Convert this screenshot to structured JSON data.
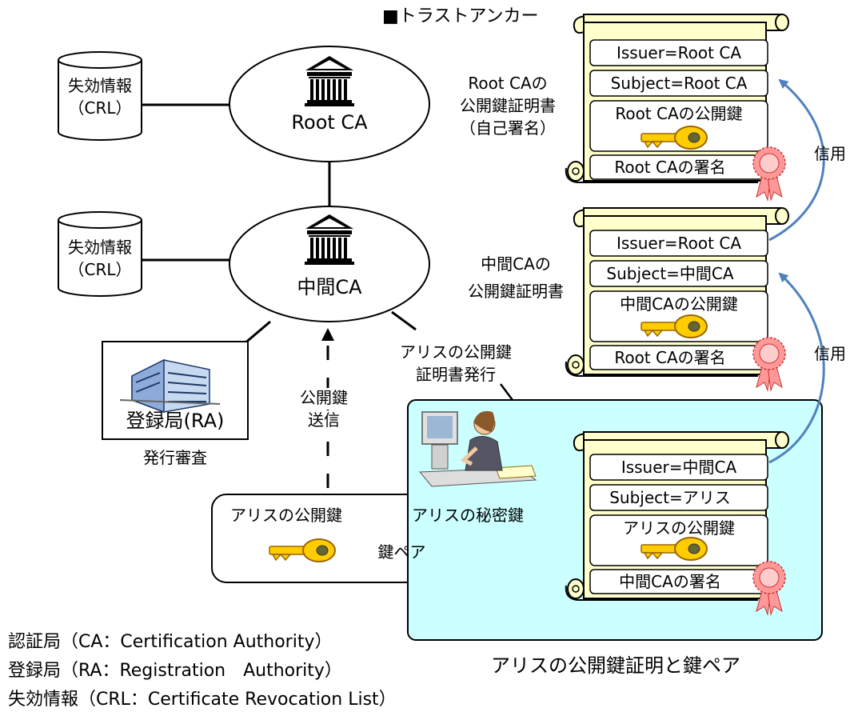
{
  "trust_anchor_label": "■トラストアンカー",
  "crl_top": {
    "line1": "失効情報",
    "line2": "（CRL）"
  },
  "crl_mid": {
    "line1": "失効情報",
    "line2": "（CRL）"
  },
  "root_ca_label": "Root CA",
  "inter_ca_label": "中間CA",
  "ra_label": "登録局(RA)",
  "ra_review_label": "発行審査",
  "send_pubkey": {
    "line1": "公開鍵",
    "line2": "送信"
  },
  "issue_cert": {
    "line1": "アリスの公開鍵",
    "line2": "証明書発行"
  },
  "keypair": {
    "public_label": "アリスの公開鍵",
    "private_label": "アリスの秘密鍵",
    "pair_label": "鍵ペア"
  },
  "root_cert": {
    "caption": [
      "Root CAの",
      "公開鍵証明書",
      "（自己署名）"
    ],
    "issuer": "Issuer=Root CA",
    "subject": "Subject=Root CA",
    "pubkey": "Root CAの公開鍵",
    "signature": "Root CAの署名"
  },
  "inter_cert": {
    "caption": [
      "中間CAの",
      "公開鍵証明書"
    ],
    "issuer": "Issuer=Root CA",
    "subject": "Subject=中間CA",
    "pubkey": "中間CAの公開鍵",
    "signature": "Root CAの署名"
  },
  "alice_cert": {
    "issuer": "Issuer=中間CA",
    "subject": "Subject=アリス",
    "pubkey": "アリスの公開鍵",
    "signature": "中間CAの署名"
  },
  "trust_label_1": "信用",
  "trust_label_2": "信用",
  "panel_caption": "アリスの公開鍵証明と鍵ペア",
  "legend": [
    "認証局（CA：Certification Authority）",
    "登録局（RA：Registration　Authority）",
    "失効情報（CRL：Certificate Revocation List）"
  ],
  "colors": {
    "scroll_fill": "#ffffcc",
    "panel_fill": "#ccffff",
    "key_gold": "#ffcc00",
    "key_green": "#33cc33",
    "arrow_blue": "#4f81bd",
    "seal_pink": "#ff9999"
  }
}
